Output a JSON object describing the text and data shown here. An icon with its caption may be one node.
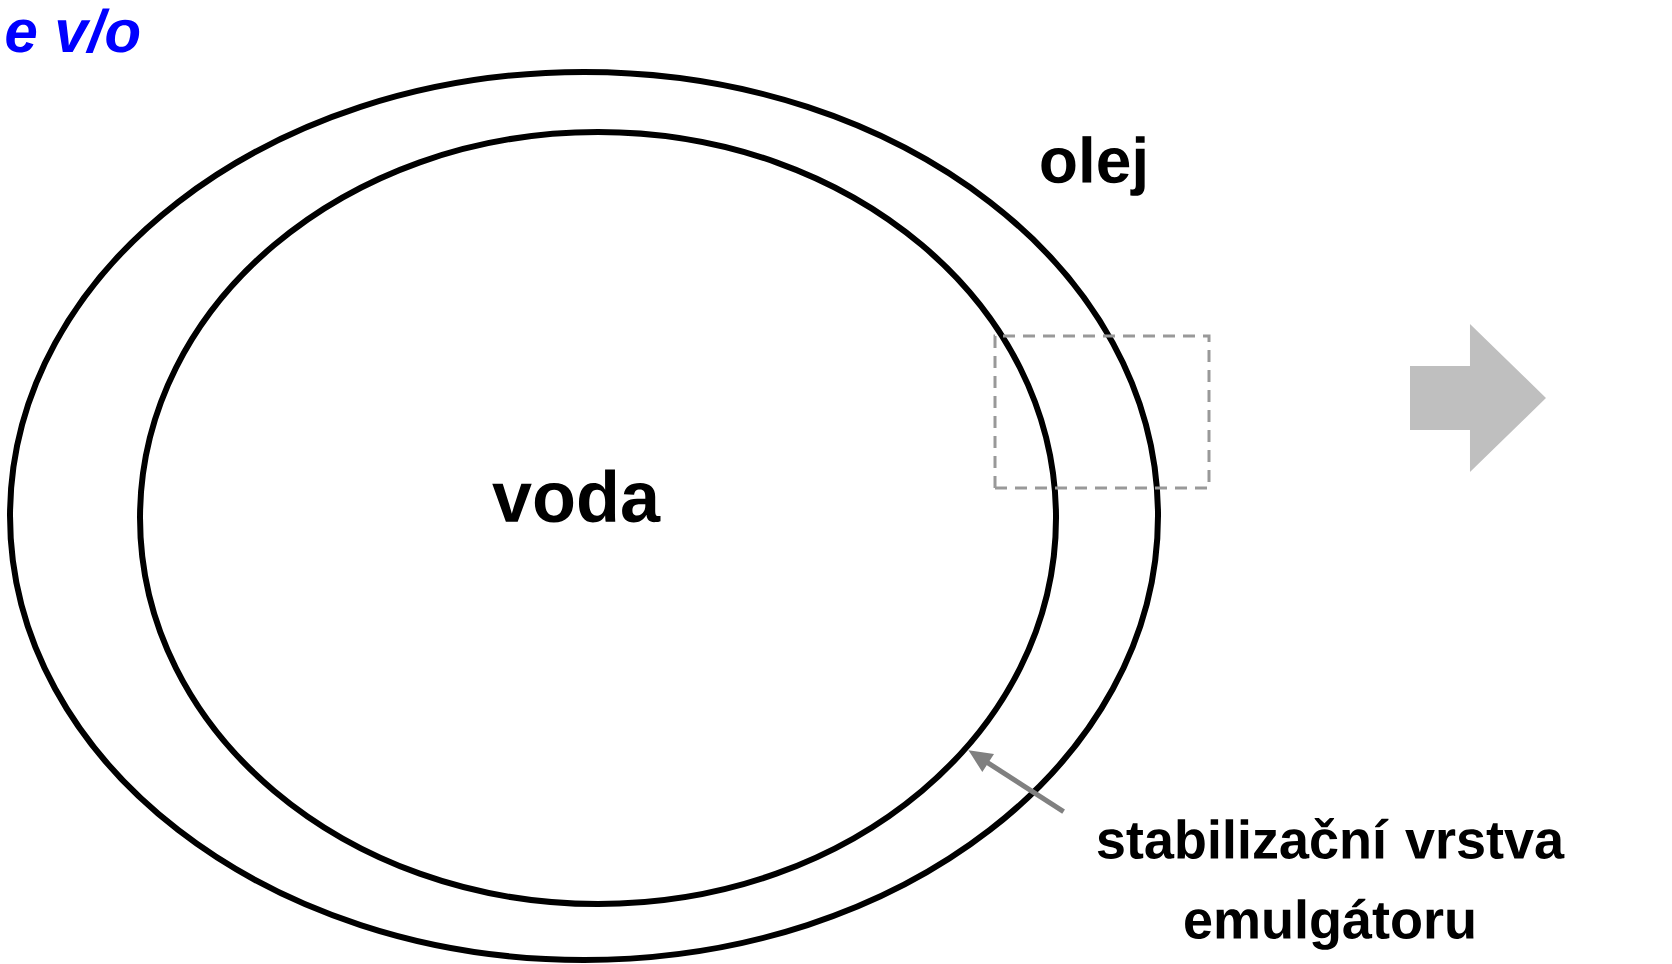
{
  "diagram": {
    "title": "e v/o",
    "nodes": [
      {
        "text": [],
        "shape": "circle"
      },
      {
        "text": [
          "voda"
        ],
        "in": 0
      },
      {
        "text": [
          "stabilizační vrstva emulgátoru"
        ]
      },
      {
        "text": [],
        "shape": "box"
      }
    ],
    "edges": [
      {
        "from": 2,
        "to": 0,
        "arrow": "to",
        "color": "#808080"
      }
    ],
    "labels": [
      "olej"
    ]
  }
}
